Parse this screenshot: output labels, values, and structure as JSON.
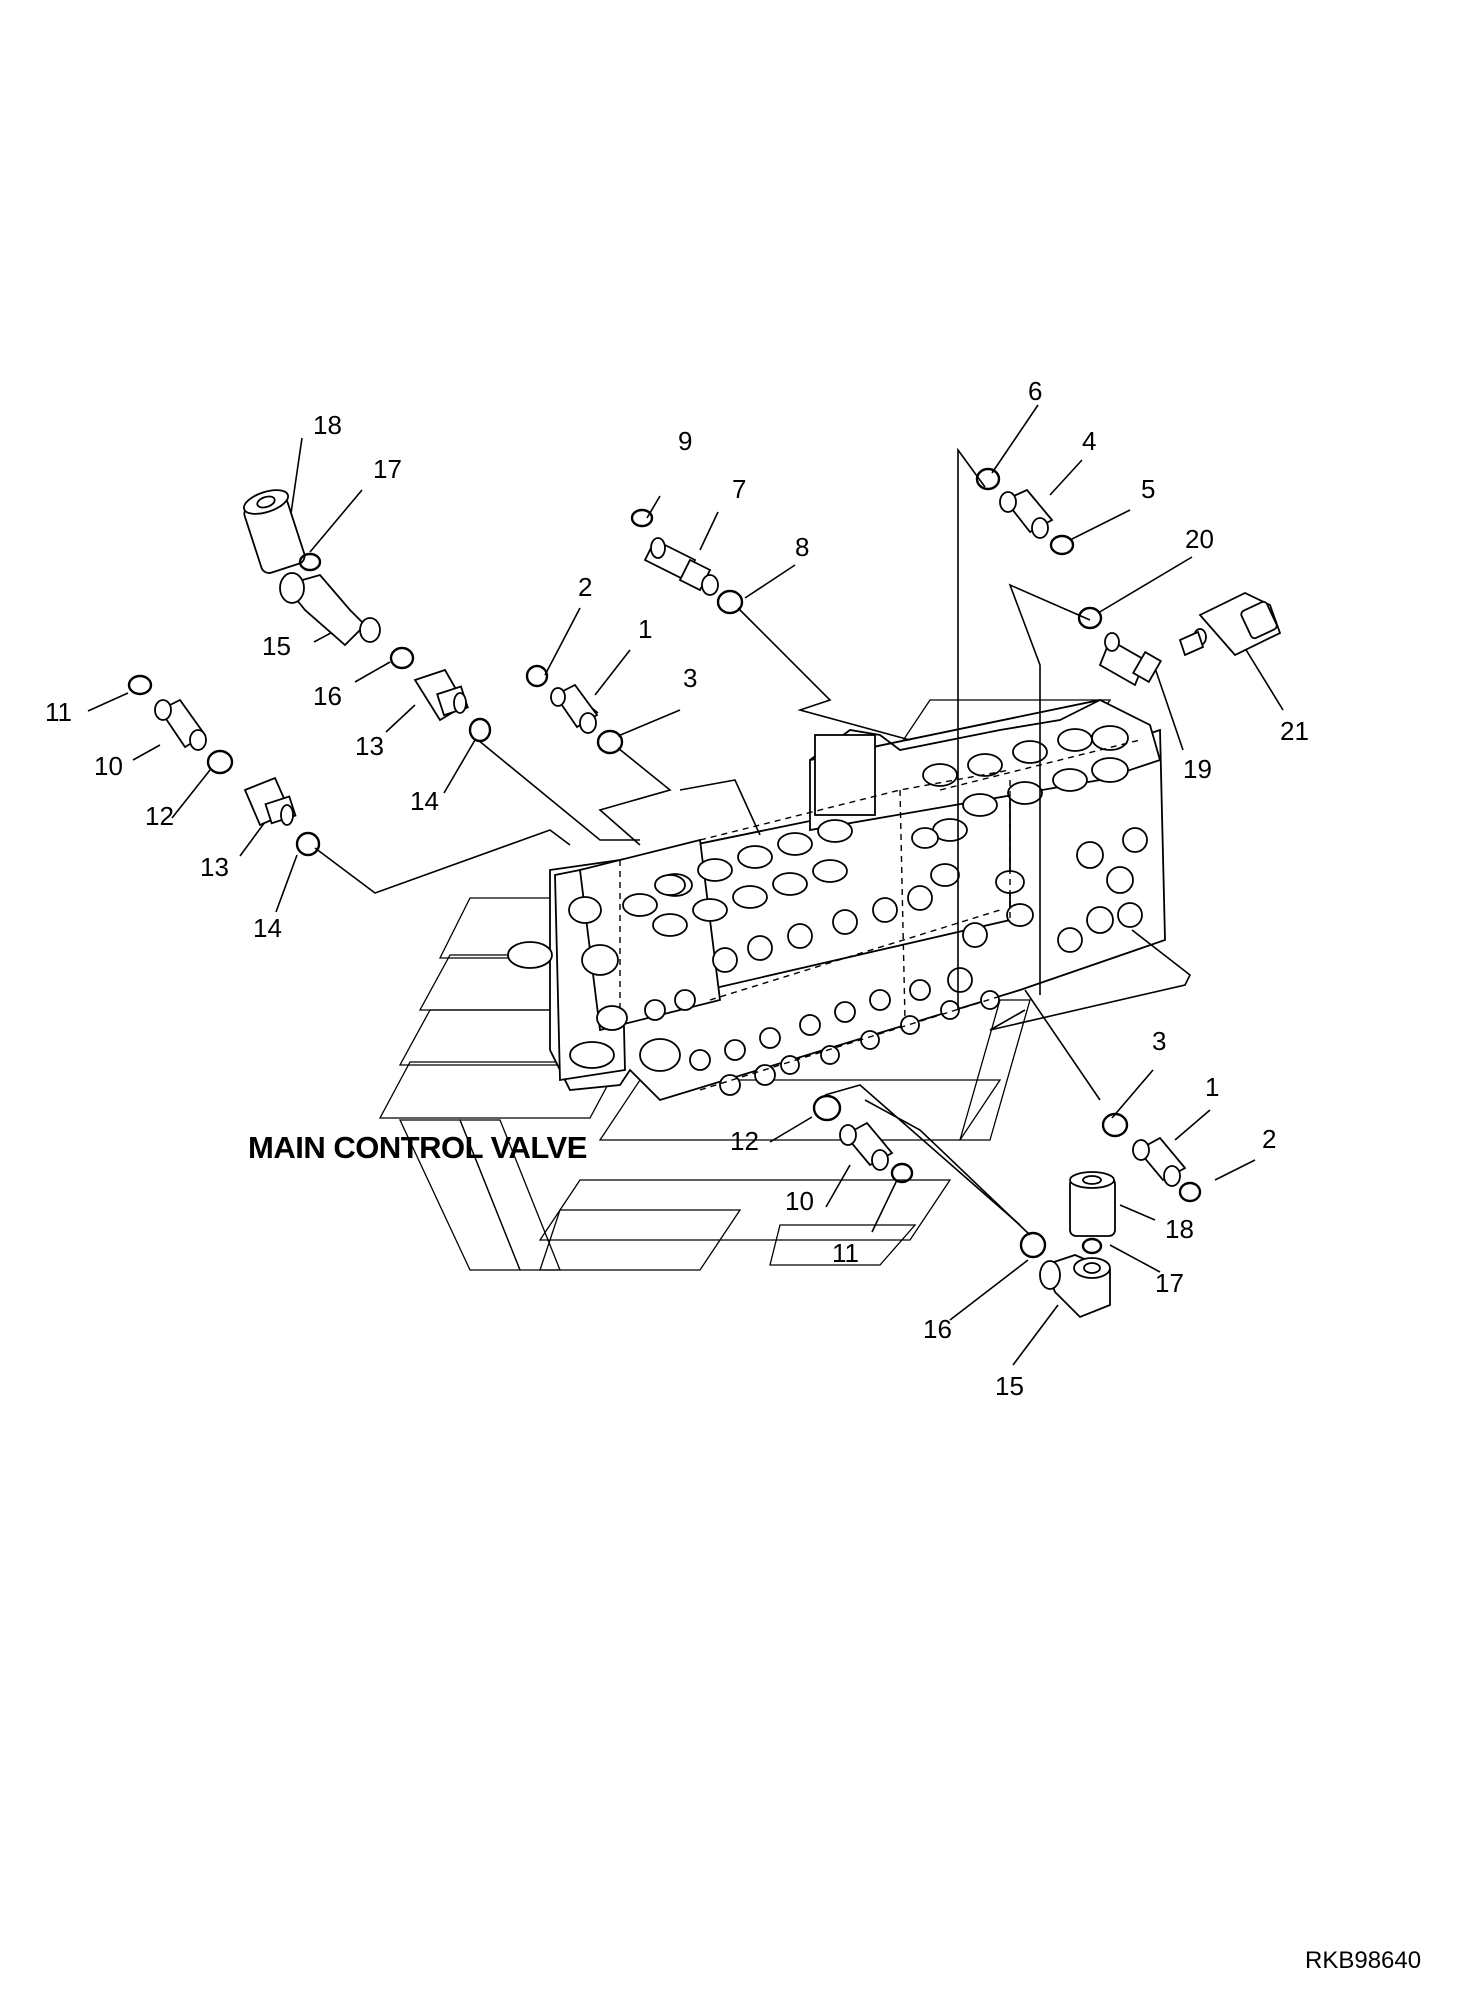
{
  "diagram": {
    "title": "MAIN CONTROL VALVE",
    "reference_code": "RKB98640",
    "callouts": {
      "left_18": "18",
      "left_17": "17",
      "left_15": "15",
      "left_16": "16",
      "left_11": "11",
      "left_10": "10",
      "left_12": "12",
      "left_13a": "13",
      "left_14a": "14",
      "left_13b": "13",
      "left_14b": "14",
      "top_9": "9",
      "top_7": "7",
      "top_8": "8",
      "top_2": "2",
      "top_1": "1",
      "top_3": "3",
      "top_6": "6",
      "top_4": "4",
      "top_5": "5",
      "top_20": "20",
      "top_19": "19",
      "top_21": "21",
      "bot_3": "3",
      "bot_1": "1",
      "bot_2": "2",
      "bot_12": "12",
      "bot_10": "10",
      "bot_11": "11",
      "bot_18": "18",
      "bot_17": "17",
      "bot_16": "16",
      "bot_15": "15"
    }
  }
}
